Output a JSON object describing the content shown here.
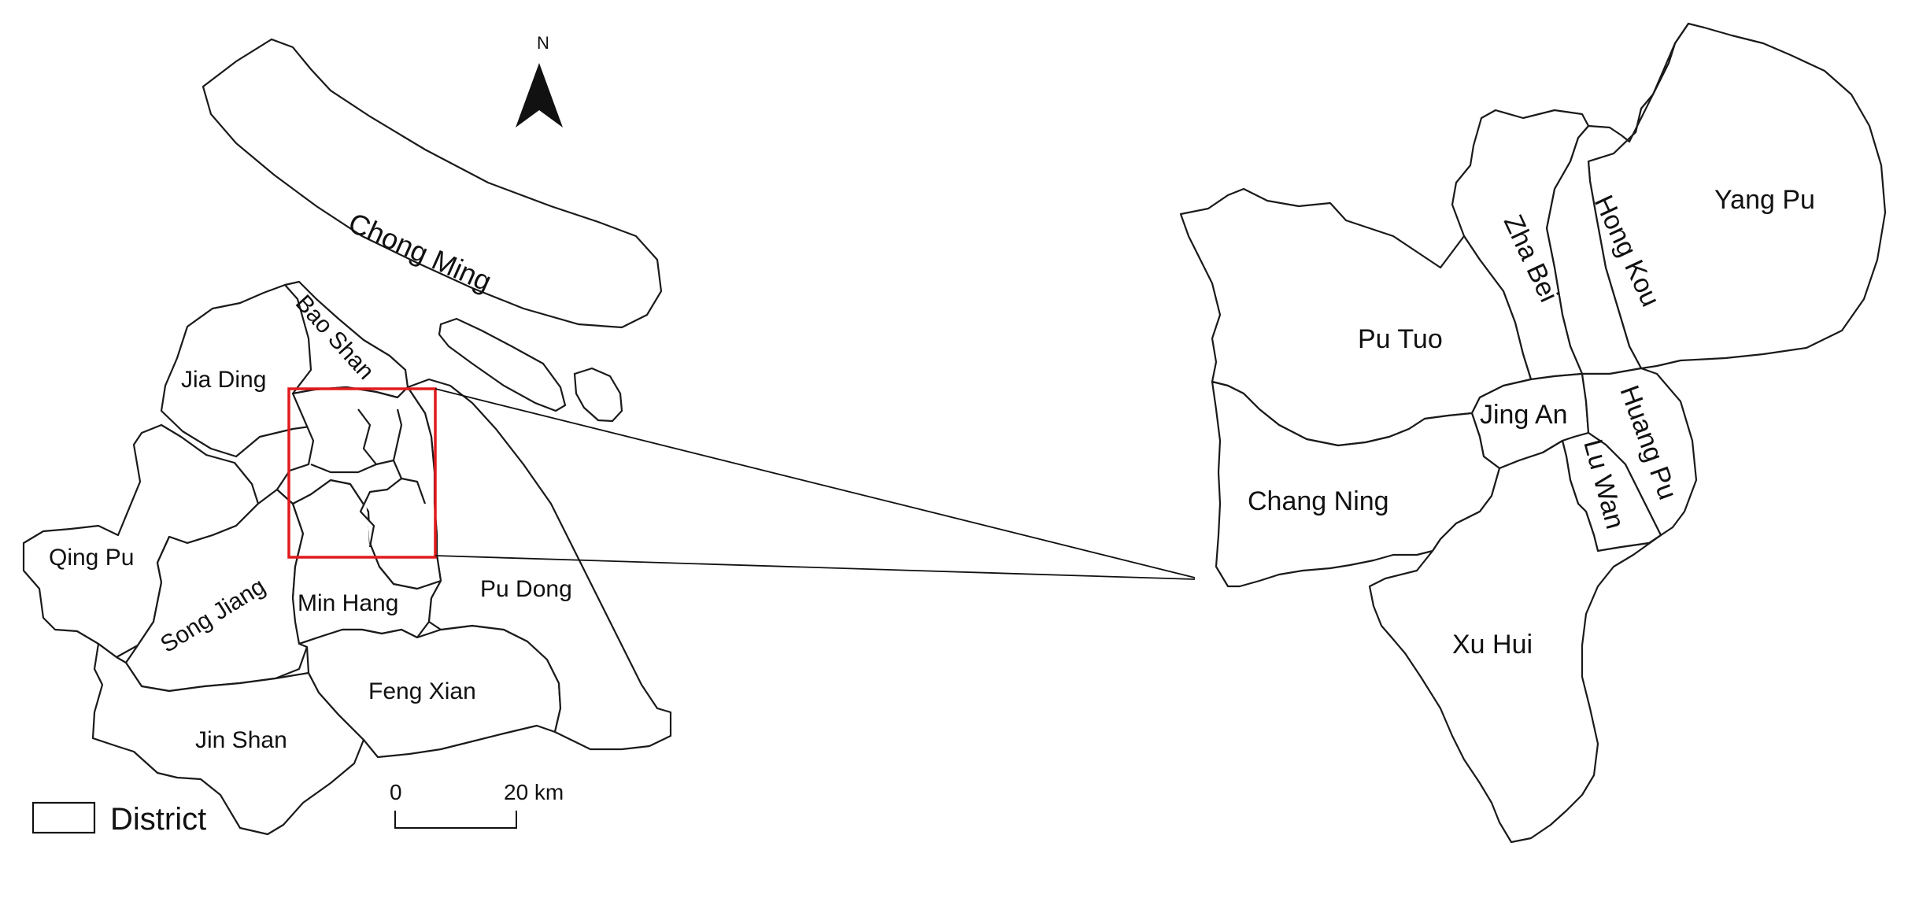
{
  "north_arrow": {
    "label": "N"
  },
  "scale_bar": {
    "start_label": "0",
    "end_label": "20 km"
  },
  "legend": {
    "label": "District"
  },
  "highlight_color": "#e11b1b",
  "main_map": {
    "districts": [
      {
        "key": "chong_ming",
        "label": "Chong Ming"
      },
      {
        "key": "bao_shan",
        "label": "Bao Shan"
      },
      {
        "key": "jia_ding",
        "label": "Jia Ding"
      },
      {
        "key": "qing_pu",
        "label": "Qing Pu"
      },
      {
        "key": "song_jiang",
        "label": "Song Jiang"
      },
      {
        "key": "min_hang",
        "label": "Min Hang"
      },
      {
        "key": "pu_dong",
        "label": "Pu Dong"
      },
      {
        "key": "feng_xian",
        "label": "Feng Xian"
      },
      {
        "key": "jin_shan",
        "label": "Jin Shan"
      }
    ]
  },
  "inset_map": {
    "districts": [
      {
        "key": "yang_pu",
        "label": "Yang Pu"
      },
      {
        "key": "zha_bei",
        "label": "Zha Bei"
      },
      {
        "key": "hong_kou",
        "label": "Hong Kou"
      },
      {
        "key": "pu_tuo",
        "label": "Pu Tuo"
      },
      {
        "key": "jing_an",
        "label": "Jing An"
      },
      {
        "key": "huang_pu",
        "label": "Huang Pu"
      },
      {
        "key": "lu_wan",
        "label": "Lu Wan"
      },
      {
        "key": "chang_ning",
        "label": "Chang Ning"
      },
      {
        "key": "xu_hui",
        "label": "Xu Hui"
      }
    ]
  }
}
